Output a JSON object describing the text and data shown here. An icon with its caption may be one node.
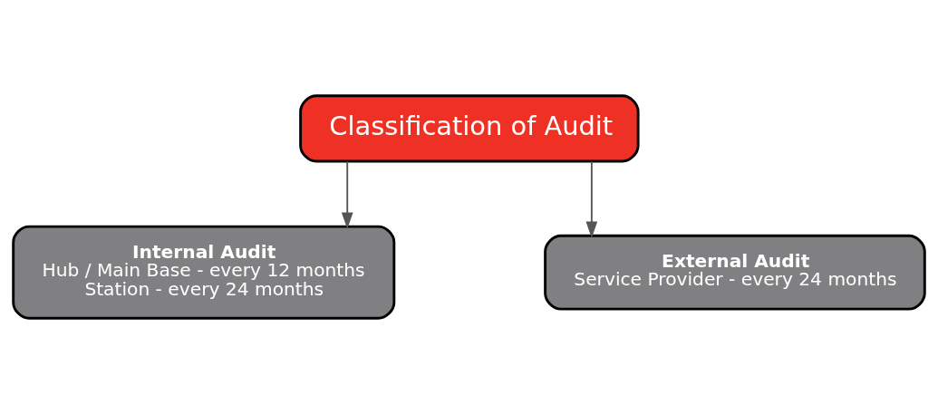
{
  "diagram": {
    "nodes": [
      {
        "text": [
          "Classification of Audit"
        ]
      },
      {
        "text": [
          "Internal Audit",
          "Hub / Main Base - every 12 months",
          "Station - every 24 months"
        ]
      },
      {
        "text": [
          "External Audit",
          "Service Provider - every 24 months"
        ]
      }
    ],
    "edges": [
      {
        "from": 0,
        "to": 1,
        "arrow": "to"
      },
      {
        "from": 0,
        "to": 2,
        "arrow": "to"
      }
    ]
  }
}
